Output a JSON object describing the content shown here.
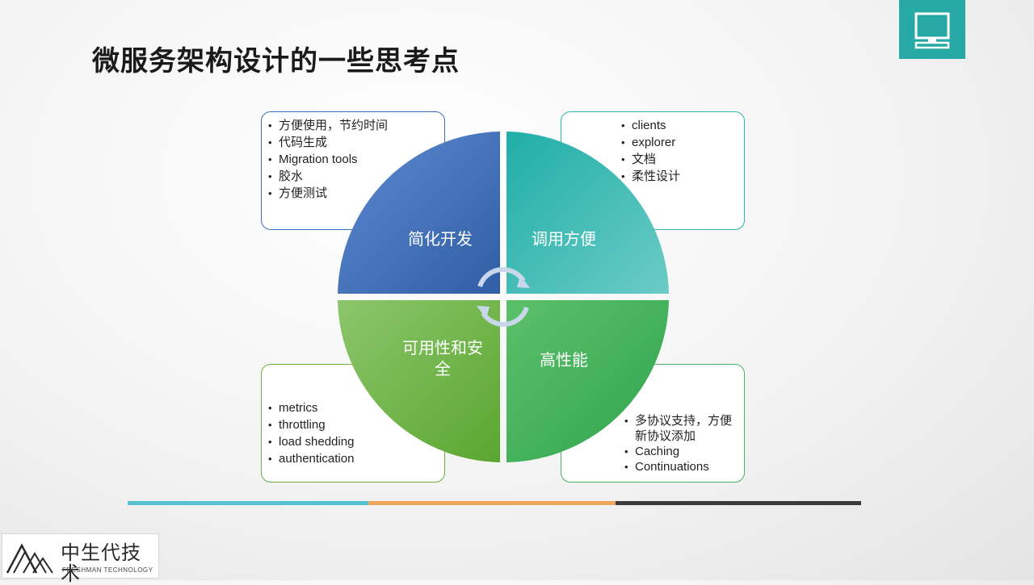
{
  "title": "微服务架构设计的一些思考点",
  "colors": {
    "accent_teal": "#27aaa5",
    "quadrant_top_left": "#3f6fb3",
    "quadrant_top_right": "#2fb3aa",
    "quadrant_bottom_left": "#6cae3f",
    "quadrant_bottom_right": "#48b36a"
  },
  "corner_icon": "monitor-icon",
  "cycle_icon": "circular-arrows-icon",
  "quadrants": {
    "top_left": {
      "label": "简化开发",
      "items": [
        "方便使用，节约时间",
        "代码生成",
        "Migration tools",
        "胶水",
        "方便测试"
      ]
    },
    "top_right": {
      "label": "调用方便",
      "items": [
        "clients",
        "explorer",
        "文档",
        "柔性设计"
      ]
    },
    "bottom_left": {
      "label": "可用性和安\n全",
      "items": [
        "metrics",
        "throttling",
        "load shedding",
        "authentication"
      ]
    },
    "bottom_right": {
      "label": "高性能",
      "items": [
        "多协议支持，方便\n新协议添加",
        "Caching",
        "Continuations"
      ]
    }
  },
  "logo": {
    "name_cn": "中生代技术",
    "name_en": "FRESHMAN TECHNOLOGY"
  }
}
